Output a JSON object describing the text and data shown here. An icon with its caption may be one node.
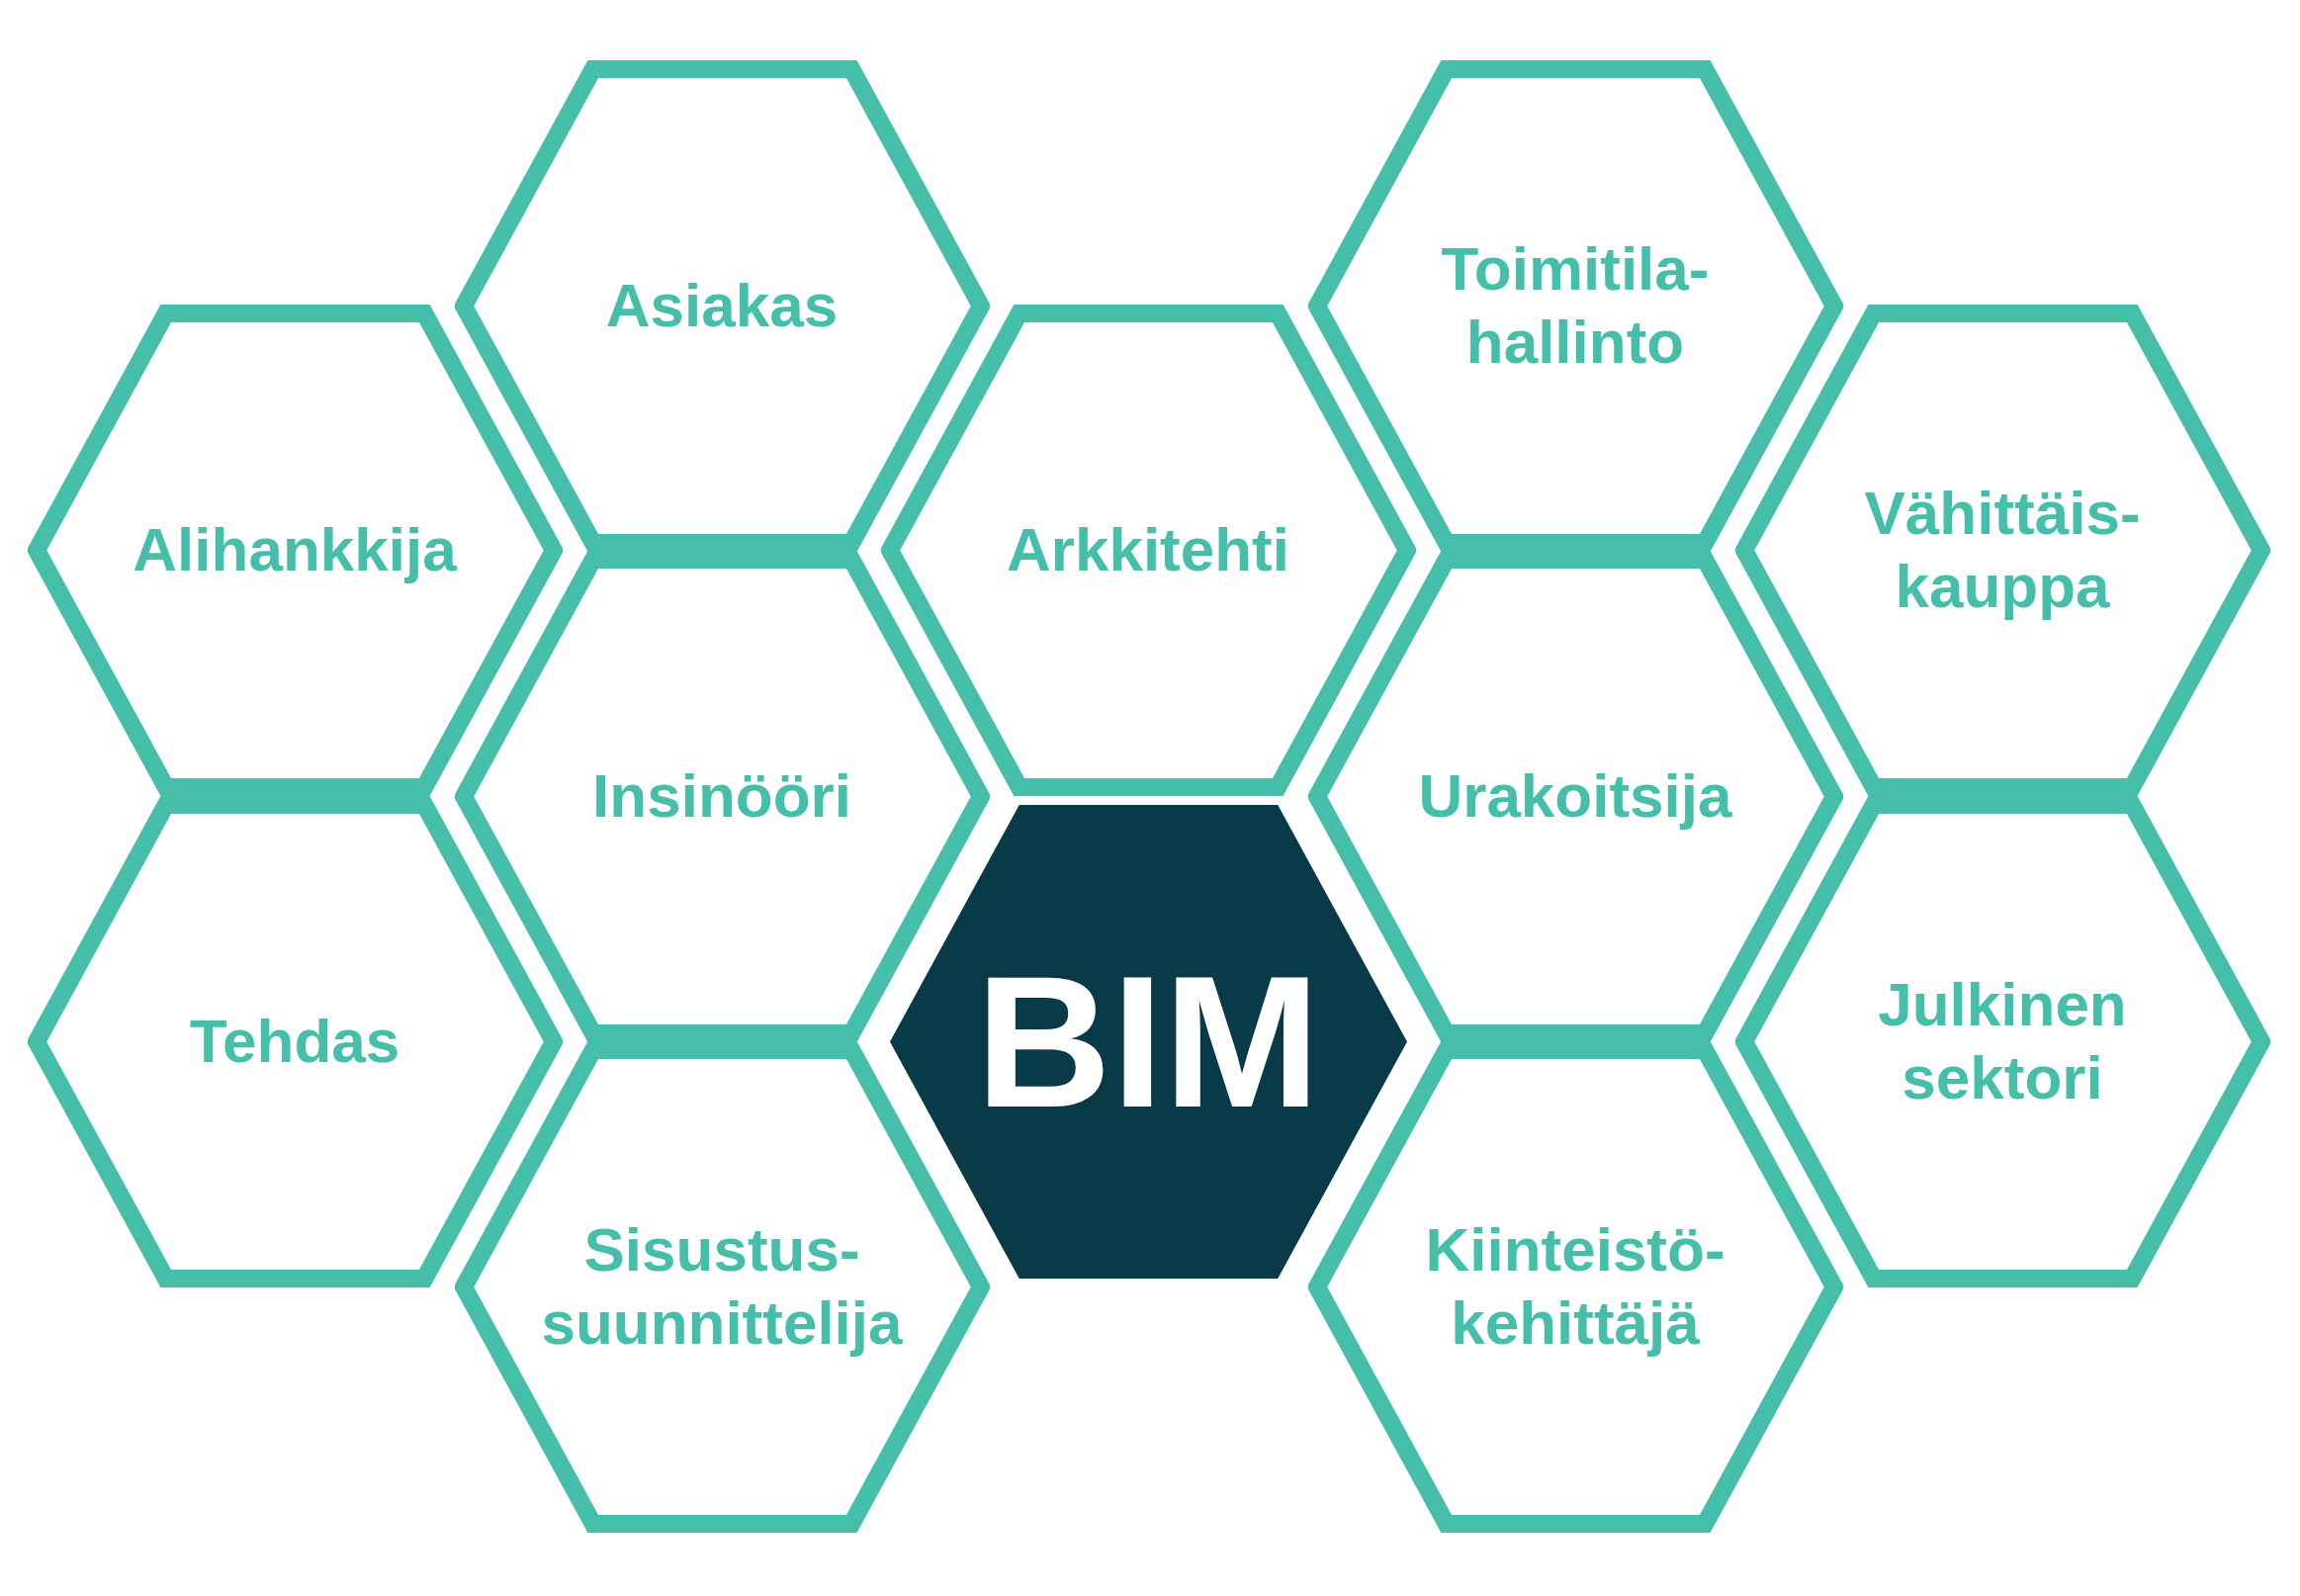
{
  "diagram": {
    "nodes": [
      {
        "text": [
          "Asiakas"
        ]
      },
      {
        "text": [
          "Toimitila- hallinto"
        ]
      },
      {
        "text": [
          "Alihankkija"
        ]
      },
      {
        "text": [
          "Arkkitehti"
        ]
      },
      {
        "text": [
          "Vähittäis- kauppa"
        ]
      },
      {
        "text": [
          "Insinööri"
        ]
      },
      {
        "text": [
          "Urakoitsija"
        ]
      },
      {
        "text": [
          "Tehdas"
        ]
      },
      {
        "text": [
          "BIM"
        ]
      },
      {
        "text": [
          "Julkinen sektori"
        ]
      },
      {
        "text": [
          "Sisustus- suunnittelija"
        ]
      },
      {
        "text": [
          "Kiinteistö- kehittäjä"
        ]
      }
    ]
  }
}
